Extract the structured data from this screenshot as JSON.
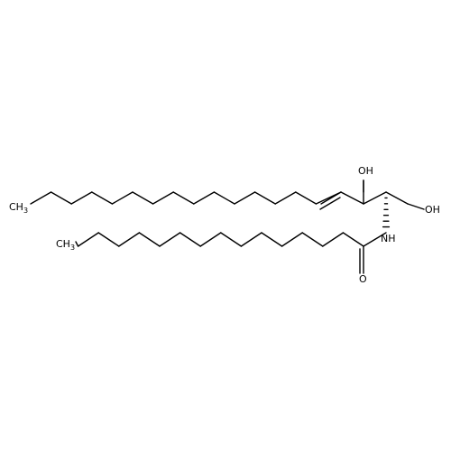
{
  "molecule": {
    "atoms": {
      "hydroxyl_top": "OH",
      "hydroxyl_right": "OH",
      "amide_nh": "NH",
      "carbonyl_o": "O",
      "methyl_top": "CH3",
      "methyl_bottom": "CH3"
    }
  },
  "colors": {
    "heteroatom_o": "#c80000",
    "heteroatom_n": "#3030c0",
    "bond": "#000000"
  }
}
